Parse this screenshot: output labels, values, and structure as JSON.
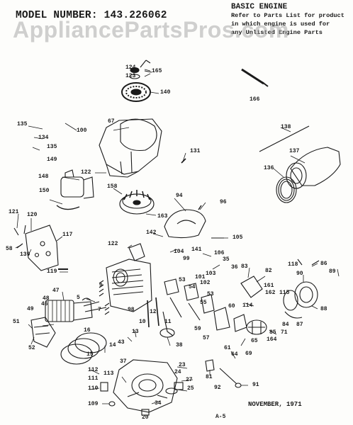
{
  "header": {
    "model_number": "MODEL NUMBER: 143.226062",
    "section_title": "BASIC ENGINE",
    "note_lines": [
      "Refer to Parts List for product",
      "in which engine is used for",
      "any Unlisted Engine Parts"
    ]
  },
  "watermark": "AppliancePartsPros.com",
  "footer": {
    "date": "NOVEMBER, 1971",
    "page": "A-5"
  },
  "parts": {
    "p124": "124",
    "p123": "123",
    "p165": "165",
    "p140": "140",
    "p166": "166",
    "p135a": "135",
    "p134": "134",
    "p135b": "135",
    "p100": "100",
    "p67": "67",
    "p149": "149",
    "p148": "148",
    "p122a": "122",
    "p131": "131",
    "p138": "138",
    "p137": "137",
    "p136": "136",
    "p150": "150",
    "p158": "158",
    "p94": "94",
    "p96": "96",
    "p121": "121",
    "p120": "120",
    "p117": "117",
    "p58": "58",
    "p139": "139",
    "p163": "163",
    "p142": "142",
    "p105": "105",
    "p122b": "122",
    "p104": "104",
    "p141": "141",
    "p106": "106",
    "p99": "99",
    "p35": "35",
    "p36": "36",
    "p103": "103",
    "p119": "119",
    "p118": "118",
    "p86": "86",
    "p83": "83",
    "p82": "82",
    "p90": "90",
    "p89": "89",
    "p101": "101",
    "p102": "102",
    "p53a": "53",
    "p54": "54",
    "p161": "161",
    "p162": "162",
    "p115": "115",
    "p47": "47",
    "p5": "5",
    "p48": "48",
    "p9": "9",
    "p46": "46",
    "p53b": "53",
    "p114": "114",
    "p88": "88",
    "p7": "7",
    "p55": "55",
    "p60": "60",
    "p49": "49",
    "p98": "98",
    "p12": "12",
    "p10": "10",
    "p11": "11",
    "p59": "59",
    "p16": "16",
    "p57": "57",
    "p84": "84",
    "p87": "87",
    "p51": "51",
    "p13": "13",
    "p85": "85",
    "p71": "71",
    "p52": "52",
    "p43": "43",
    "p61": "61",
    "p65": "65",
    "p164": "164",
    "p15": "15",
    "p14": "14",
    "p38": "38",
    "p64": "64",
    "p69": "69",
    "p37": "37",
    "p23": "23",
    "p112": "112",
    "p113": "113",
    "p24": "24",
    "p81": "81",
    "p111": "111",
    "p27": "27",
    "p110": "110",
    "p92": "92",
    "p91": "91",
    "p25": "25",
    "p109": "109",
    "p34": "34",
    "p20": "20"
  },
  "colors": {
    "ink": "#1a1a1a",
    "paper": "#fdfdfb",
    "watermark": "#aaaaaa"
  }
}
